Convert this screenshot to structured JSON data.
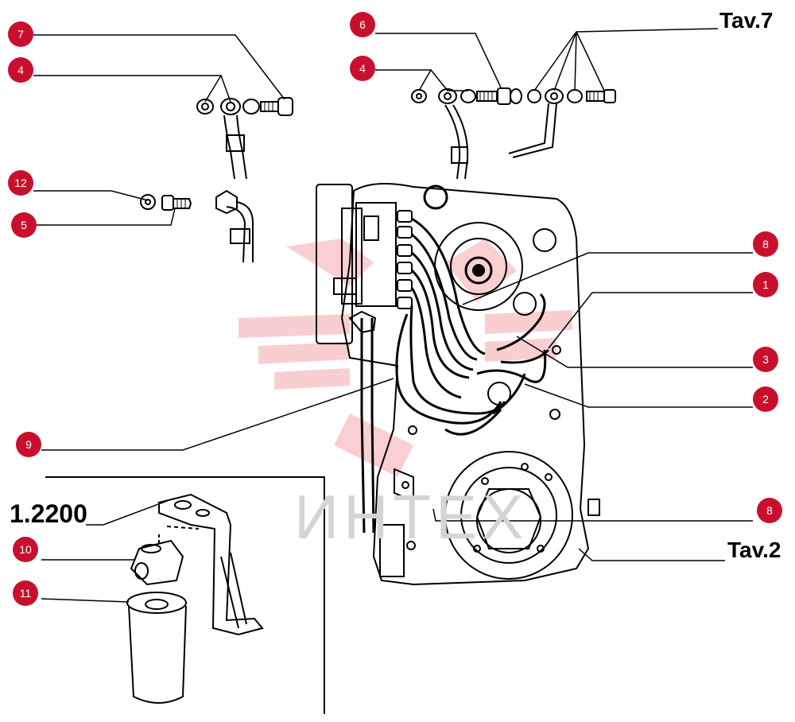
{
  "callouts": {
    "c7": "7",
    "c4a": "4",
    "c12": "12",
    "c5": "5",
    "c6": "6",
    "c4b": "4",
    "c8a": "8",
    "c1": "1",
    "c3": "3",
    "c2": "2",
    "c9": "9",
    "c8b": "8",
    "c10": "10",
    "c11": "11"
  },
  "refs": {
    "tav7": "Tav.7",
    "tav2": "Tav.2",
    "part_1_2200": "1.2200"
  },
  "watermark": {
    "text": "ИНТЕХ",
    "color": "#e8242c"
  },
  "colors": {
    "callout": "#c8102e",
    "lines": "#000000"
  }
}
